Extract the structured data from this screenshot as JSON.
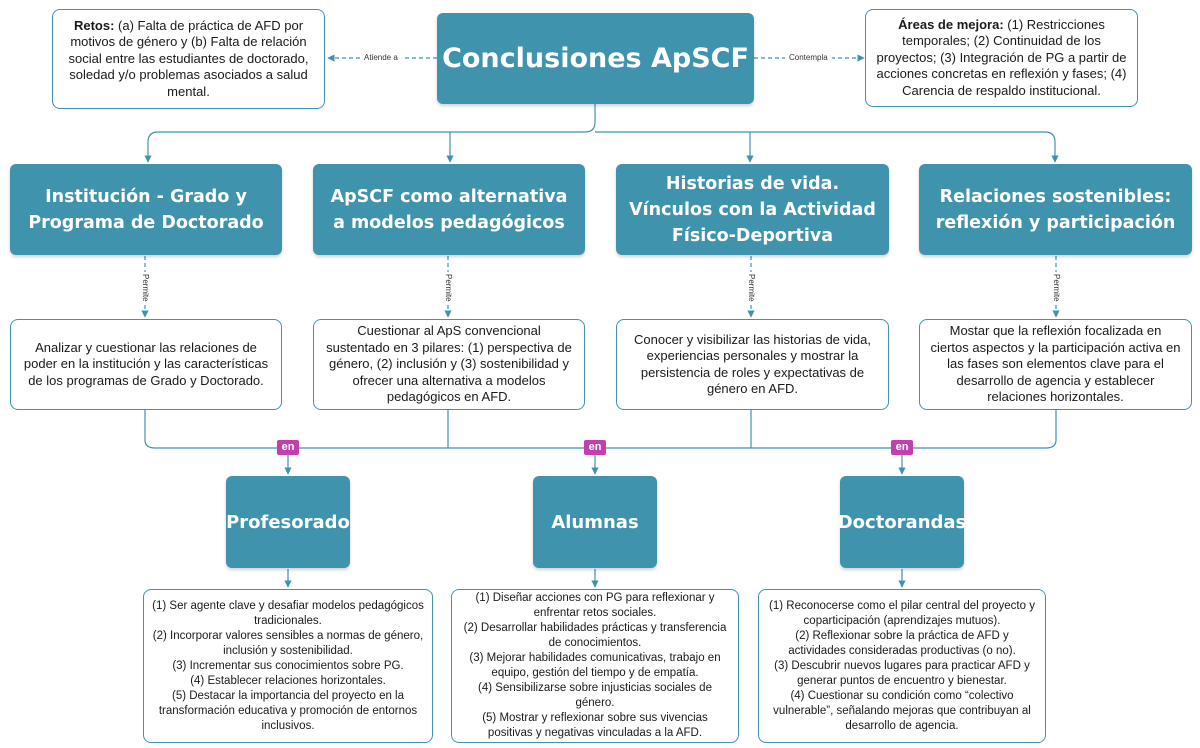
{
  "title": "Conclusiones ApSCF",
  "left_note": {
    "head": "Retos:",
    "body": "(a) Falta de práctica de AFD por motivos de género y (b) Falta de relación social entre las estudiantes de doctorado, soledad y/o problemas asociados a salud mental."
  },
  "right_note": {
    "head": "Áreas de mejora:",
    "body": "(1) Restricciones temporales; (2) Continuidad de los proyectos; (3) Integración de PG a partir de acciones concretas en reflexión y fases; (4) Carencia de respaldo institucional."
  },
  "edge_labels": {
    "left": "Atiende a",
    "right": "Contempla",
    "permite": "Permite",
    "en": "en"
  },
  "categories": [
    {
      "title": "Institución - Grado y Programa de Doctorado",
      "desc": "Analizar y cuestionar las relaciones de poder en la institución y las características de los programas de Grado y Doctorado."
    },
    {
      "title": "ApSCF como alternativa a modelos pedagógicos",
      "desc": "Cuestionar al ApS convencional sustentado en 3 pilares: (1) perspectiva de género, (2) inclusión y (3) sostenibilidad y ofrecer una alternativa a modelos pedagógicos en AFD."
    },
    {
      "title": "Historias de vida. Vínculos con la Actividad Físico-Deportiva",
      "desc": "Conocer y visibilizar las historias de vida, experiencias personales y mostrar la persistencia de roles y expectativas de género en AFD."
    },
    {
      "title": "Relaciones sostenibles: reflexión y participación",
      "desc": "Mostar que la reflexión focalizada en ciertos aspectos y la participación activa en las fases son elementos clave para el desarrollo de agencia y establecer relaciones horizontales."
    }
  ],
  "groups": [
    {
      "title": "Profesorado",
      "items": [
        "(1) Ser agente clave y desafiar modelos pedagógicos tradicionales.",
        "(2) Incorporar valores sensibles a normas de género, inclusión y sostenibilidad.",
        "(3) Incrementar sus conocimientos sobre PG.",
        "(4) Establecer relaciones horizontales.",
        "(5) Destacar la importancia del proyecto en la transformación educativa y promoción de entornos inclusivos."
      ]
    },
    {
      "title": "Alumnas",
      "items": [
        "(1) Diseñar acciones con PG para reflexionar y enfrentar retos sociales.",
        "(2) Desarrollar habilidades prácticas y transferencia de conocimientos.",
        "(3) Mejorar habilidades comunicativas, trabajo en equipo, gestión del tiempo y de empatía.",
        "(4) Sensibilizarse sobre injusticias sociales de género.",
        "(5) Mostrar y reflexionar sobre sus vivencias positivas y negativas vinculadas a la AFD."
      ]
    },
    {
      "title": "Doctorandas",
      "items": [
        "(1) Reconocerse como el pilar central del proyecto y coparticipación (aprendizajes mutuos).",
        "(2) Reflexionar sobre la práctica de AFD y actividades consideradas productivas (o no).",
        "(3) Descubrir nuevos lugares para practicar AFD y generar puntos de encuentro y bienestar.",
        "(4) Cuestionar su condición como “colectivo vulnerable”, señalando mejoras que contribuyan al desarrollo de agencia."
      ]
    }
  ],
  "colors": {
    "teal": "#3f93ad",
    "magenta": "#c23fae",
    "border": "#3f93ad"
  }
}
